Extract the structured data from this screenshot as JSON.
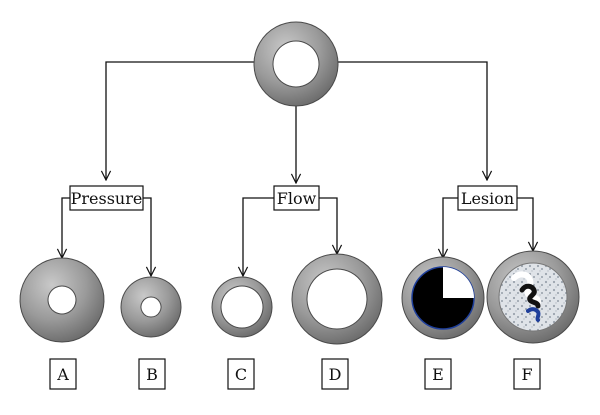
{
  "categories": [
    {
      "id": "pressure",
      "label": "Pressure"
    },
    {
      "id": "flow",
      "label": "Flow"
    },
    {
      "id": "lesion",
      "label": "Lesion"
    }
  ],
  "rings": [
    {
      "id": "a",
      "label": "A"
    },
    {
      "id": "b",
      "label": "B"
    },
    {
      "id": "c",
      "label": "C"
    },
    {
      "id": "d",
      "label": "D"
    },
    {
      "id": "e",
      "label": "E"
    },
    {
      "id": "f",
      "label": "F"
    }
  ],
  "colors": {
    "ring_light": "#b9b9b9",
    "ring_mid": "#8f8f8f",
    "ring_dark": "#5e5e5e",
    "line": "#111111",
    "lesion_black": "#000000",
    "lesion_blue": "#1f3f9a",
    "plaque": "#d9dde3"
  }
}
